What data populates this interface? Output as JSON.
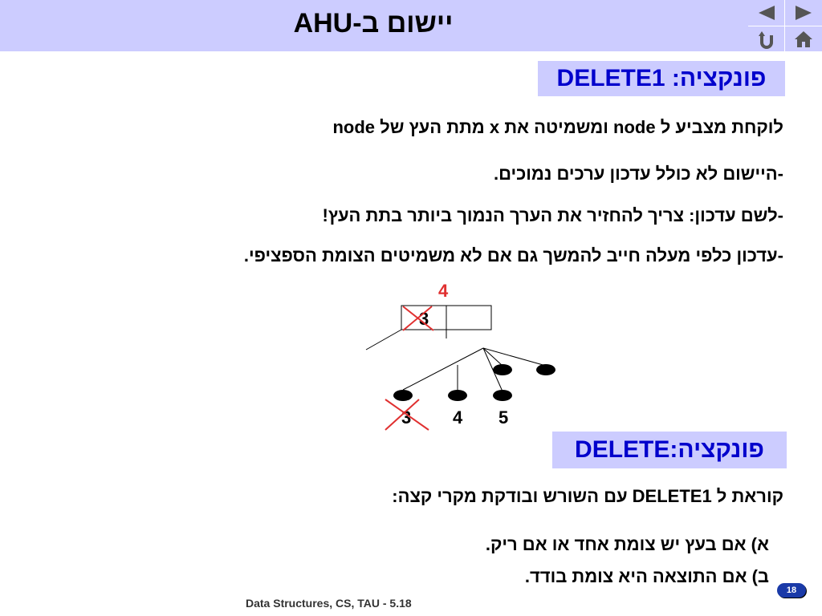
{
  "slide": {
    "title": "יישום ב-AHU",
    "footer": "Data Structures, CS, TAU - 5.18",
    "page_number": "18"
  },
  "nav": {
    "prev_icon": "prev-triangle-icon",
    "next_icon": "next-triangle-icon",
    "return_icon": "return-icon",
    "home_icon": "home-icon"
  },
  "section1": {
    "header": "פונקציה: DELETE1",
    "lines": [
      "לוקחת מצביע ל node ומשמיטה את  x מתת העץ של  node",
      "-היישום לא כולל עדכון ערכים נמוכים.",
      "-לשם עדכון: צריך להחזיר את הערך הנמוך   ביותר בתת העץ!",
      "-עדכון כלפי מעלה חייב להמשך גם אם לא משמיטים הצומת הספציפי."
    ]
  },
  "diagram": {
    "new_value": "4",
    "old_value": "3",
    "leaves": [
      "3",
      "4",
      "5"
    ]
  },
  "section2": {
    "header": "פונקציה:DELETE",
    "lines": [
      "קוראת ל DELETE1 עם השורש ובודקת מקרי קצה:",
      "א) אם בעץ יש צומת אחד או אם ריק.",
      "ב) אם התוצאה היא צומת בודד."
    ]
  },
  "colors": {
    "title_bg": "#ccccff",
    "header_text": "#0000cc",
    "cross": "#e03030"
  }
}
